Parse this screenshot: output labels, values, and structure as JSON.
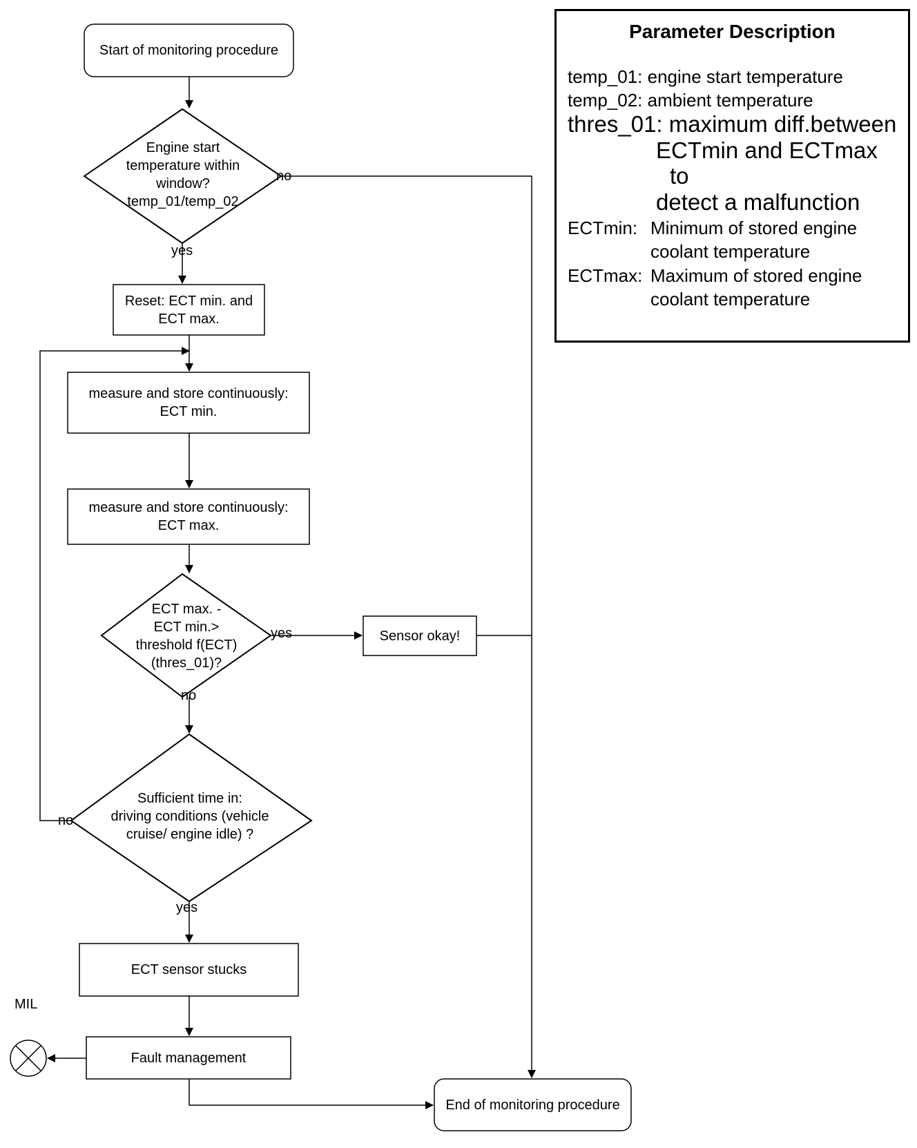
{
  "nodes": {
    "start": "Start of monitoring procedure",
    "engine_check": [
      "Engine start",
      "temperature within",
      "window?",
      "temp_01/temp_02"
    ],
    "reset": [
      "Reset: ECT min. and",
      "ECT max."
    ],
    "measure_min": [
      "measure and store continuously:",
      "ECT min."
    ],
    "measure_max": [
      "measure and store continuously:",
      "ECT max."
    ],
    "threshold_check": [
      "ECT max. -",
      "ECT min.>",
      "threshold f(ECT)",
      "(thres_01)?"
    ],
    "sensor_ok": "Sensor okay!",
    "time_check": [
      "Sufficient time in:",
      "driving conditions (vehicle",
      "cruise/ engine idle) ?"
    ],
    "stuck": "ECT sensor stucks",
    "fault": "Fault management",
    "end": "End of monitoring procedure",
    "mil": "MIL"
  },
  "edge_labels": {
    "engine_no": "no",
    "engine_yes": "yes",
    "threshold_yes": "yes",
    "threshold_no": "no",
    "time_no": "no",
    "time_yes": "yes"
  },
  "legend": {
    "title": "Parameter Description",
    "temp_01": "temp_01: engine start temperature",
    "temp_02": "temp_02: ambient temperature",
    "thres_01_line1": "thres_01: maximum diff.between",
    "thres_01_line2": "ECTmin and ECTmax",
    "thres_01_line3": "to",
    "thres_01_line4": "detect a malfunction",
    "ectmin_key": "ECTmin:",
    "ectmin_line1": "Minimum of stored engine",
    "ectmin_line2": "coolant temperature",
    "ectmax_key": "ECTmax:",
    "ectmax_line1": "Maximum of stored engine",
    "ectmax_line2": "coolant temperature"
  }
}
